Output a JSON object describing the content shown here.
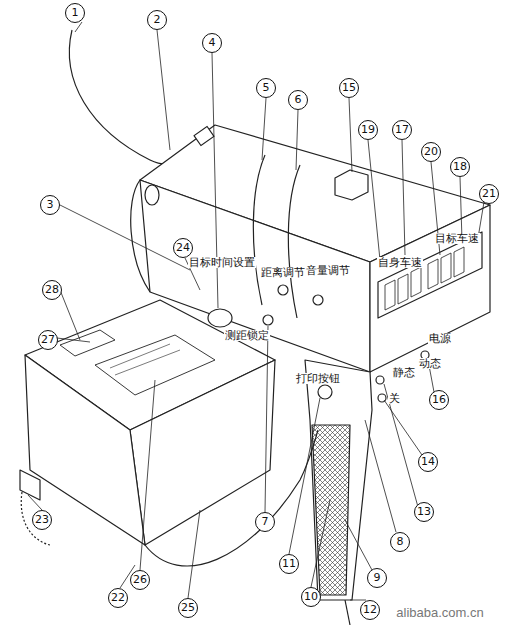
{
  "diagram": {
    "labels": [
      "1",
      "2",
      "3",
      "4",
      "5",
      "6",
      "7",
      "8",
      "9",
      "10",
      "11",
      "12",
      "13",
      "14",
      "15",
      "16",
      "17",
      "18",
      "19",
      "20",
      "21",
      "22",
      "23",
      "24",
      "25",
      "26",
      "27",
      "28",
      "目标时间设置",
      "距离调节",
      "音量调节",
      "自身车速",
      "目标车速",
      "电源",
      "测距锁定",
      "打印按钮",
      "静态",
      "动态",
      "关",
      "alibaba.com.cn"
    ]
  }
}
